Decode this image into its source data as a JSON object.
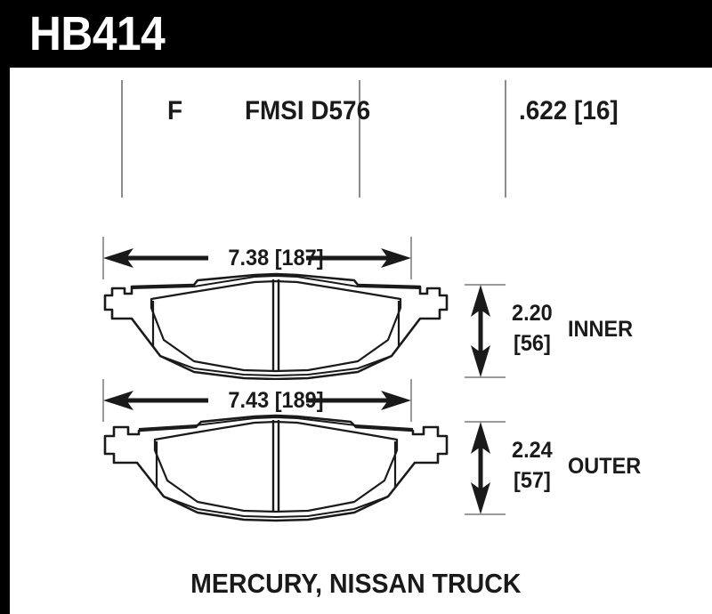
{
  "header": {
    "part_number": "HB414"
  },
  "spec_table": {
    "grade": "F",
    "fmsi": "FMSI D576",
    "thickness": ".622 [16]"
  },
  "pads": [
    {
      "id": "inner",
      "position_label": "INNER",
      "width_dimension": "7.38 [187]",
      "height_inch": "2.20",
      "height_mm": "[56]"
    },
    {
      "id": "outer",
      "position_label": "OUTER",
      "width_dimension": "7.43 [189]",
      "height_inch": "2.24",
      "height_mm": "[57]"
    }
  ],
  "caption": {
    "vehicles": "MERCURY, NISSAN TRUCK"
  },
  "colors": {
    "header_background": "#000000",
    "header_text": "#ffffff",
    "line": "#1a1a1a",
    "divider": "#8d8d8d",
    "page_background": "#ffffff"
  }
}
